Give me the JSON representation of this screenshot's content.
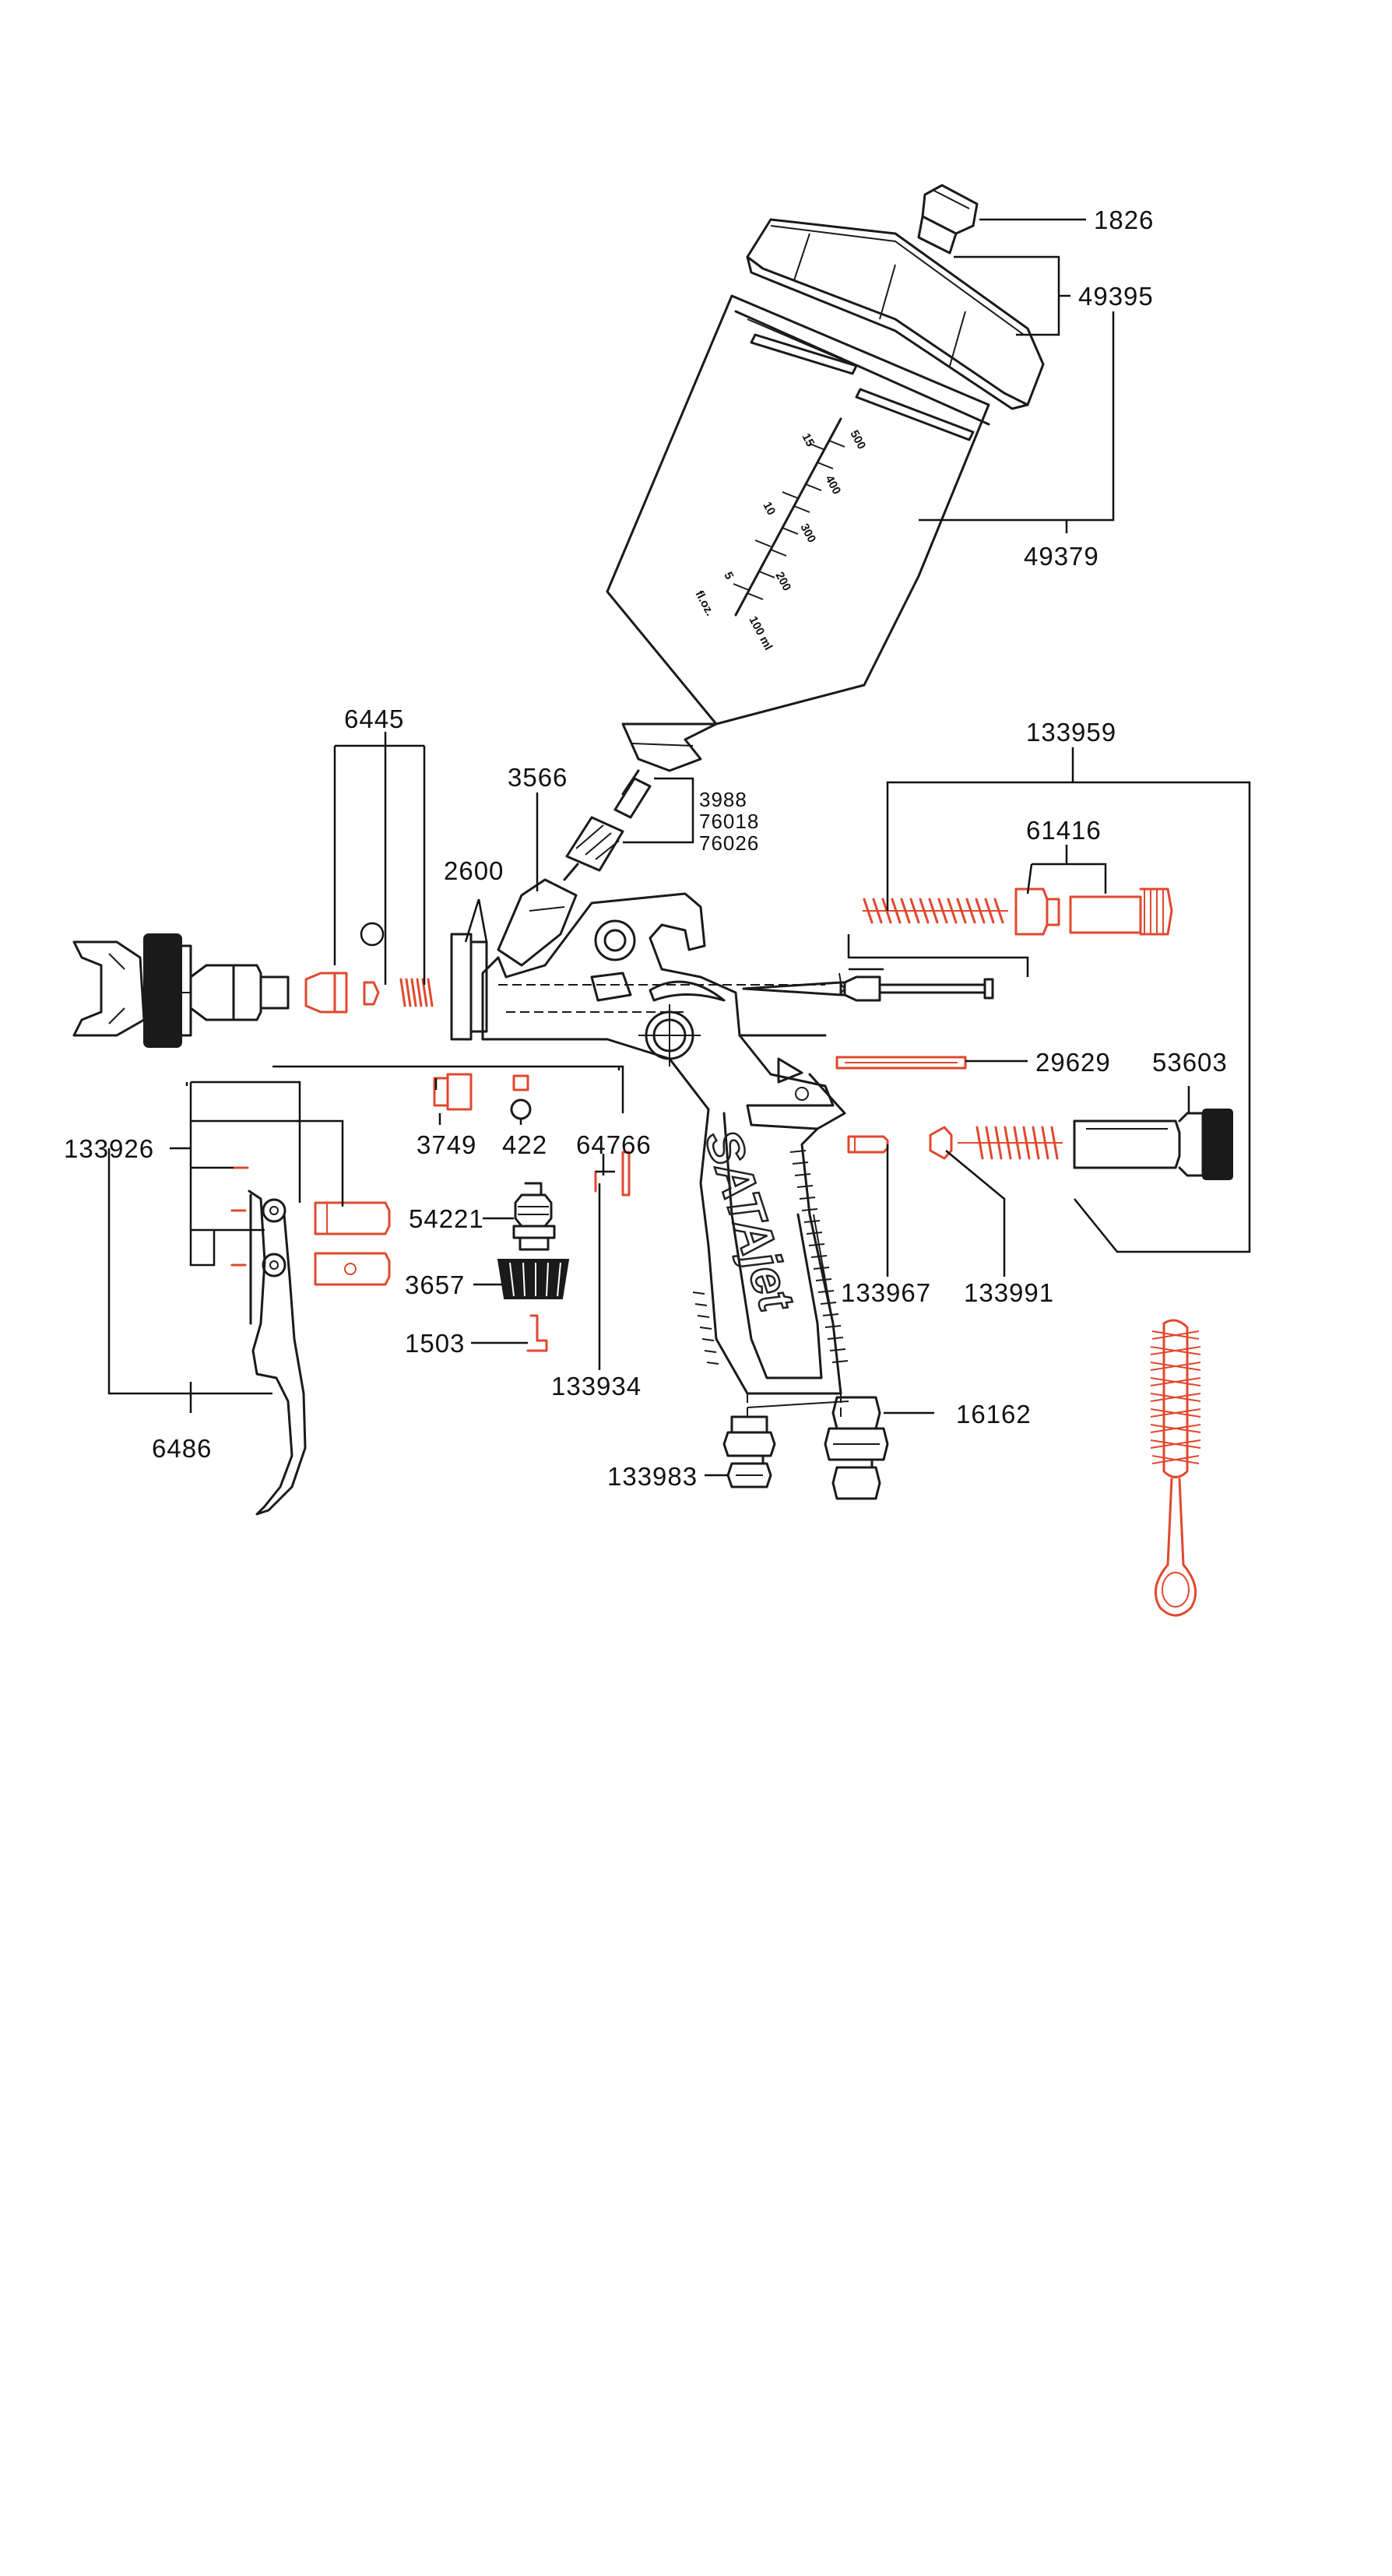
{
  "diagram": {
    "brand_text": "SATAjet",
    "cup_scale": {
      "ml": [
        "500",
        "400",
        "300",
        "200",
        "100 ml"
      ],
      "floz": [
        "15",
        "10",
        "5",
        "fl.oz."
      ]
    },
    "parts": {
      "p1826": "1826",
      "p49395": "49395",
      "p49379": "49379",
      "p6445": "6445",
      "p3566": "3566",
      "p3988": "3988",
      "p76018": "76018",
      "p76026": "76026",
      "p133959": "133959",
      "p61416": "61416",
      "p2600": "2600",
      "p29629": "29629",
      "p53603": "53603",
      "p133926": "133926",
      "p3749": "3749",
      "p422": "422",
      "p64766": "64766",
      "p54221": "54221",
      "p3657": "3657",
      "p1503": "1503",
      "p133934": "133934",
      "p133967": "133967",
      "p133991": "133991",
      "p6486": "6486",
      "p16162": "16162",
      "p133983": "133983"
    },
    "colors": {
      "line": "#1a1a1a",
      "highlight": "#e0482f"
    }
  }
}
